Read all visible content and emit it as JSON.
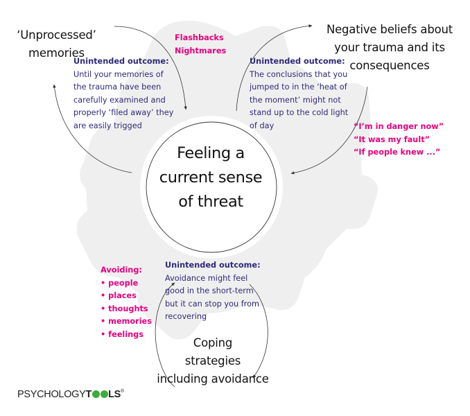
{
  "colors": {
    "gear": "#efefef",
    "circle_fill": "#ffffff",
    "title_text": "#111111",
    "outcome_text": "#2e2a7a",
    "highlight_text": "#e6007e",
    "arrow": "#333333",
    "logo_accent": "#3dab3a"
  },
  "center": {
    "lines": [
      "Feeling a",
      "current sense",
      "of threat"
    ]
  },
  "nodes": {
    "unprocessed": {
      "lines": [
        "‘Unprocessed’",
        "memories"
      ]
    },
    "negative_beliefs": {
      "lines": [
        "Negative beliefs about",
        "your trauma and its",
        "consequences"
      ]
    },
    "coping": {
      "lines": [
        "Coping",
        "strategies",
        "including avoidance"
      ]
    }
  },
  "outcomes": {
    "memories": {
      "heading": "Unintended outcome:",
      "lines": [
        "Until your memories of",
        "the trauma have been",
        "carefully examined and",
        "properly ‘filed away’ they",
        "are easily trigged"
      ]
    },
    "beliefs": {
      "heading": "Unintended outcome:",
      "lines": [
        "The conclusions that you",
        "jumped to in the ‘heat of",
        "the moment’ might not",
        "stand up to the cold light",
        "of day"
      ]
    },
    "avoidance": {
      "heading": "Unintended outcome:",
      "lines": [
        "Avoidance might feel",
        "good in the short-term",
        "but it can stop you from",
        "recovering"
      ]
    }
  },
  "highlights": {
    "intrusions": [
      "Flashbacks",
      "Nightmares"
    ],
    "beliefs_examples": [
      "“I’m in danger now”",
      "“It was my fault”",
      "“If people knew ...”"
    ],
    "avoiding": [
      "Avoiding:",
      "• people",
      "• places",
      "• thoughts",
      "• memories",
      "• feelings"
    ]
  },
  "logo": {
    "prefix": "PSYCHOLOGY",
    "bold_t": "T",
    "bold_ls": "LS",
    "reg": "®"
  }
}
